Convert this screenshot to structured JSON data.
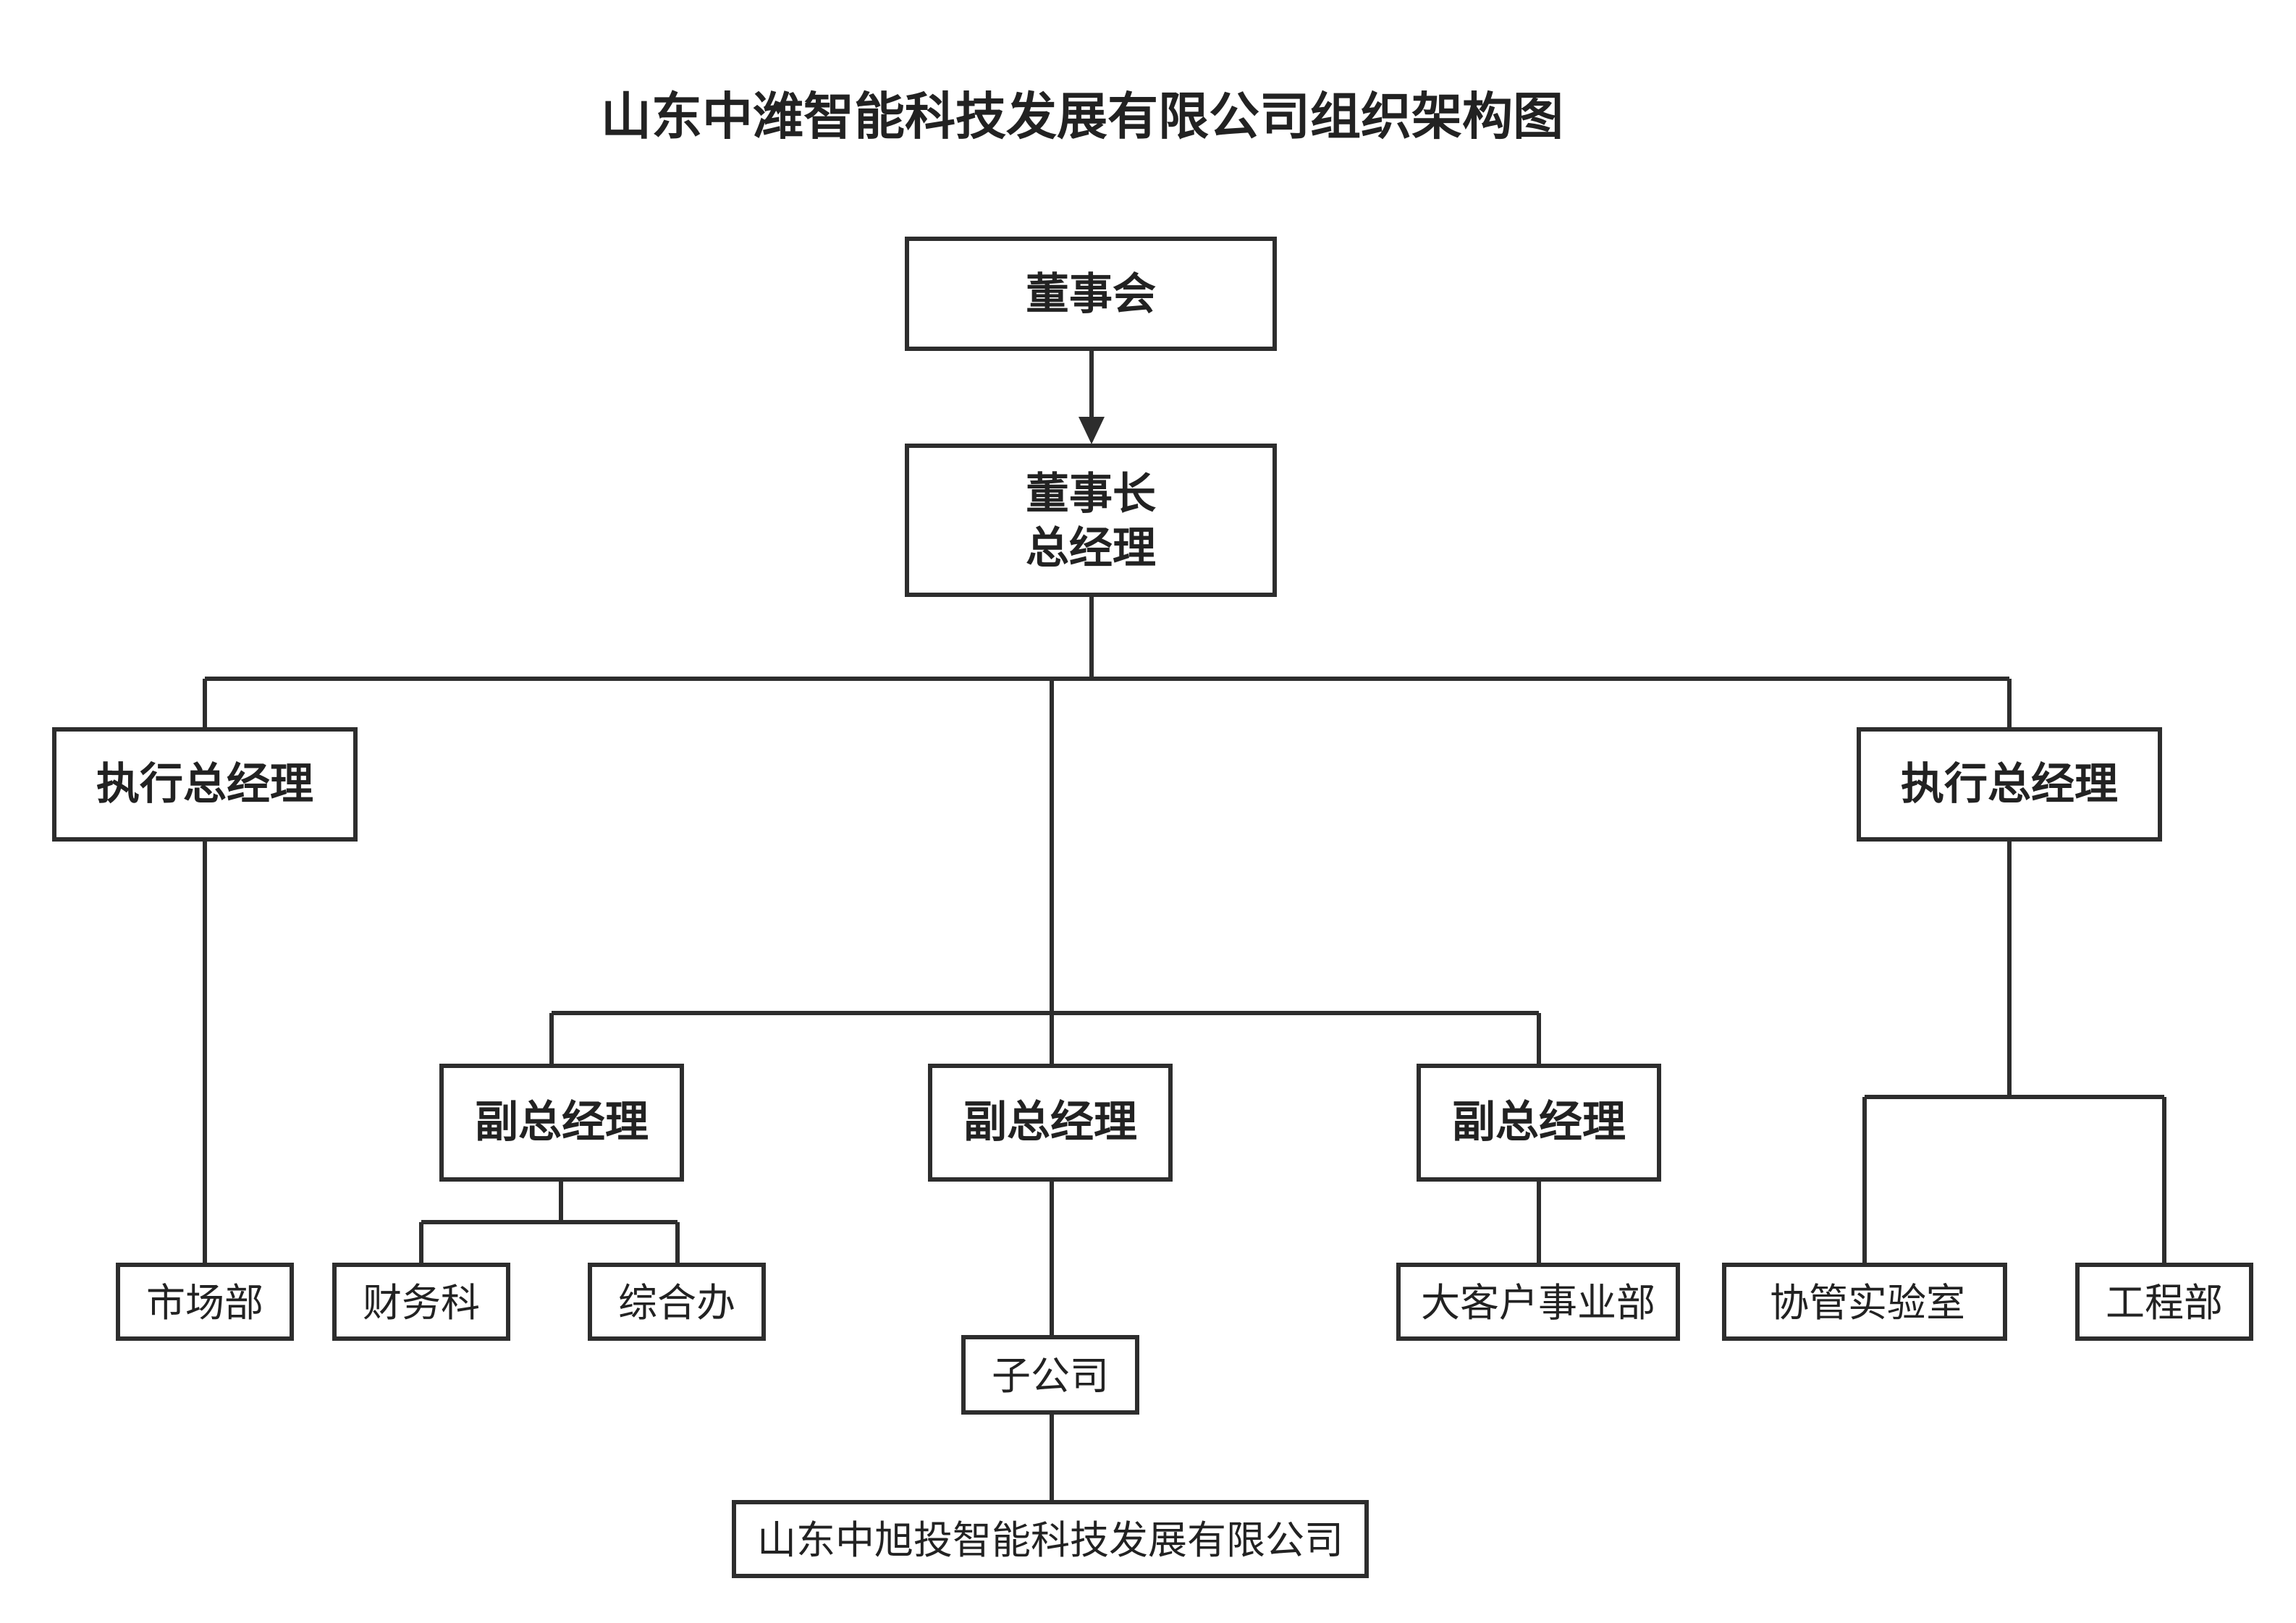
{
  "title": "山东中潍智能科技发展有限公司组织架构图",
  "nodes": {
    "board": "董事会",
    "chairman_line1": "董事长",
    "chairman_line2": "总经理",
    "exec_left": "执行总经理",
    "exec_right": "执行总经理",
    "vp_left": "副总经理",
    "vp_center": "副总经理",
    "vp_right": "副总经理",
    "market": "市场部",
    "finance": "财务科",
    "general_office": "综合办",
    "subsidiary": "子公司",
    "subsidiary_company": "山东中旭投智能科技发展有限公司",
    "key_accounts": "大客户事业部",
    "co_lab": "协管实验室",
    "engineering": "工程部"
  },
  "colors": {
    "stroke": "#2d2d2d",
    "text": "#222222",
    "background": "#ffffff"
  }
}
